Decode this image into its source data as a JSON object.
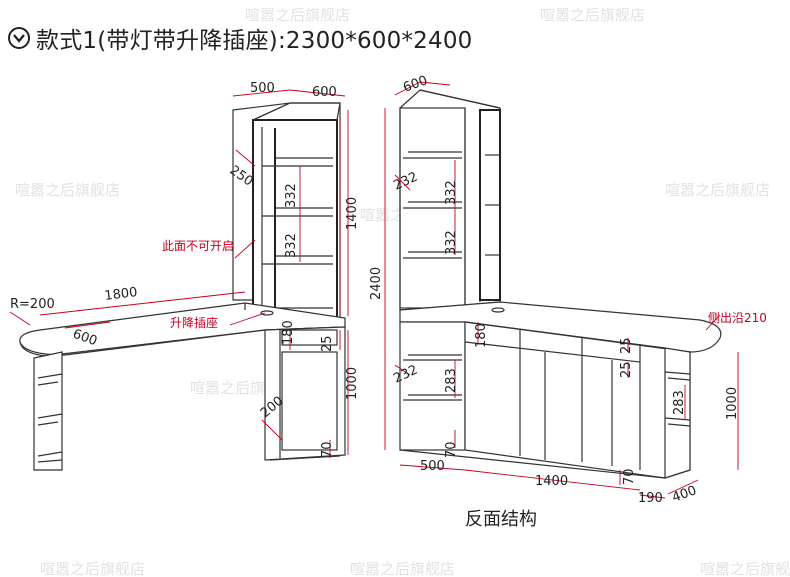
{
  "title": {
    "icon": "chevron-down-circle-icon",
    "text": "款式1(带灯带升降插座):2300*600*2400"
  },
  "watermark": "喧嚣之后旗舰店",
  "front_view": {
    "dims": {
      "top_width": "500",
      "top_depth": "600",
      "shelf_depth": "250",
      "shelf_gap_1": "332",
      "shelf_gap_2": "332",
      "upper_height": "1400",
      "desk_length": "1800",
      "desk_depth": "600",
      "radius": "R=200",
      "drawer_height": "180",
      "drawer_gap": "25",
      "lower_height": "1000",
      "cabinet_depth": "200",
      "plinth": "70"
    },
    "notes": {
      "not_openable": "此面不可开启",
      "socket": "升降插座"
    }
  },
  "rear_view": {
    "dims": {
      "top_depth": "600",
      "total_height": "2400",
      "shelf_depth_1": "232",
      "shelf_gap_1": "332",
      "shelf_gap_2": "332",
      "drawer_height": "180",
      "shelf_depth_2": "232",
      "shelf_gap_3": "283",
      "plinth": "70",
      "bottom_width": "500",
      "bottom_length": "1400",
      "plinth_2": "70",
      "end_depth": "190",
      "end_width": "400",
      "drawer_gap_1": "25",
      "drawer_gap_2": "25",
      "side_shelf": "283",
      "lower_height": "1000",
      "edge_label": "侧出沿210"
    },
    "caption": "反面结构"
  }
}
